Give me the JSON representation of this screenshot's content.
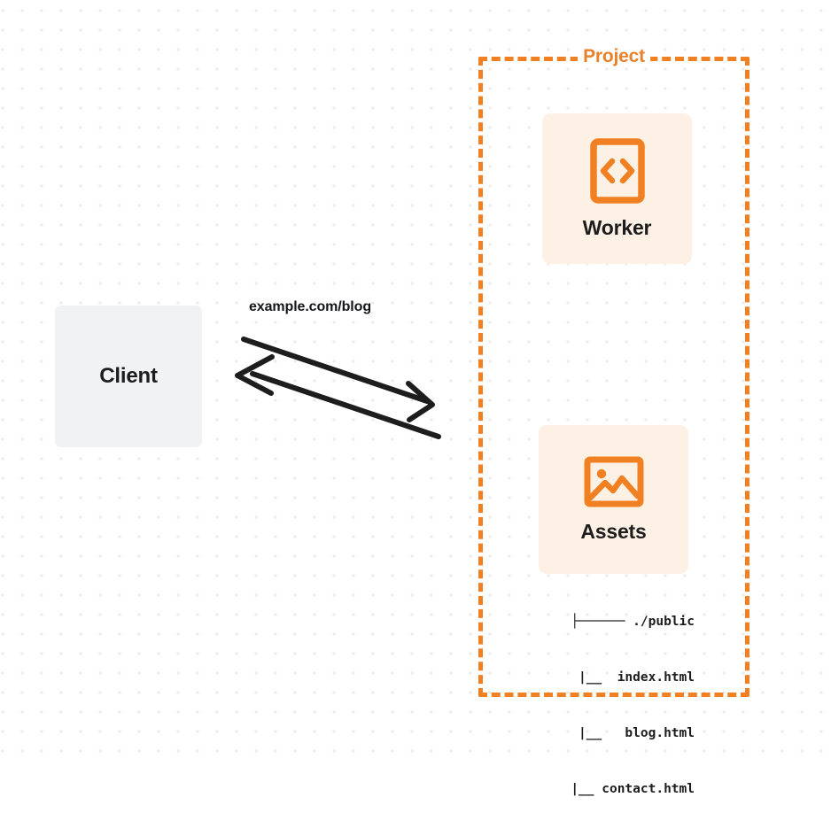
{
  "diagram": {
    "title": "Worker with static assets request flow",
    "background": {
      "style": "dot-grid",
      "dot_color": "#e9eaec",
      "page_color": "#ffffff"
    },
    "colors": {
      "accent_orange": "#f08022",
      "title_orange": "#e8812a",
      "card_background": "#fdf1e6",
      "client_background": "#f1f2f4",
      "text_dark": "#1d1d1d",
      "arrow_stroke": "#1d1d1d"
    },
    "nodes": {
      "client": {
        "label": "Client",
        "name": "client-node"
      },
      "worker": {
        "label": "Worker",
        "icon": "code-brackets-icon"
      },
      "assets": {
        "label": "Assets",
        "icon": "image-picture-icon"
      }
    },
    "group": {
      "label": "Project",
      "border_style": "dashed"
    },
    "edges": [
      {
        "label": "example.com/blog",
        "from": "client",
        "to": "project",
        "direction": "bidirectional"
      }
    ],
    "file_tree": {
      "lines": [
        "├────── ./public",
        "      |__  index.html",
        "      |__   blog.html",
        "      |__ contact.html"
      ],
      "items": [
        "./public",
        "index.html",
        "blog.html",
        "contact.html"
      ]
    }
  }
}
